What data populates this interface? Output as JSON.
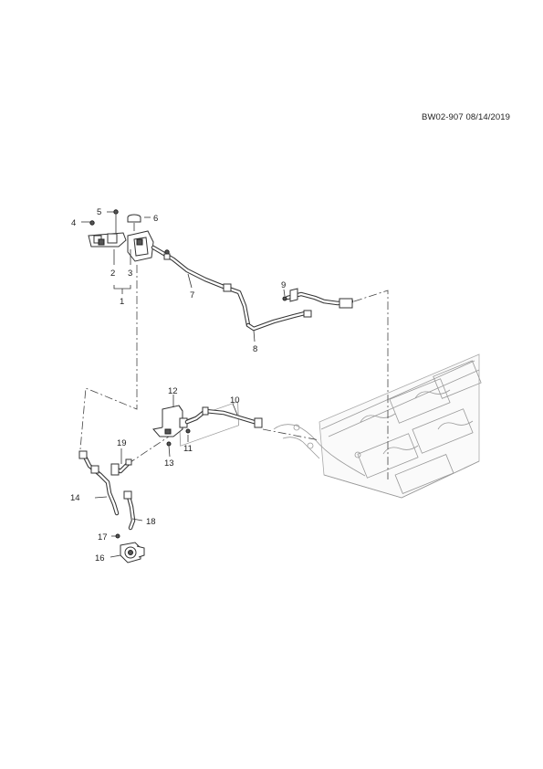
{
  "header": {
    "doc_code": "BW02-907 08/14/2019"
  },
  "callouts": {
    "c1": "1",
    "c2": "2",
    "c3": "3",
    "c4": "4",
    "c5": "5",
    "c6": "6",
    "c7": "7",
    "c8": "8",
    "c9": "9",
    "c10": "10",
    "c11": "11",
    "c12": "12",
    "c13": "13",
    "c14": "14",
    "c16": "16",
    "c17": "17",
    "c18": "18",
    "c19": "19"
  }
}
